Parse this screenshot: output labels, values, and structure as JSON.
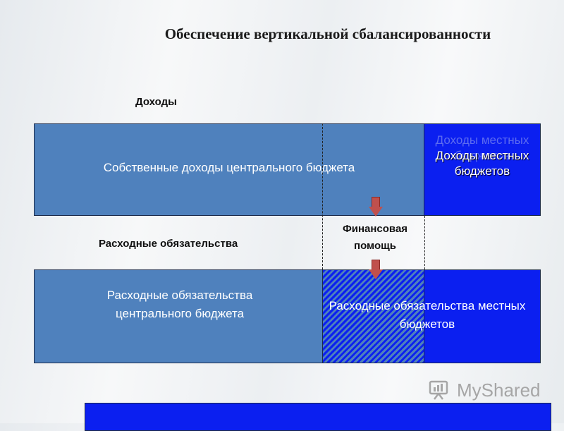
{
  "title": "Обеспечение вертикальной сбалансированности",
  "labels": {
    "income": "Доходы",
    "expenditure": "Расходные обязательства",
    "financial_aid": "Финансовая помощь"
  },
  "boxes": {
    "central_income": "Собственные доходы центрального бюджета",
    "local_income": "Доходы местных бюджетов",
    "local_income_ghost": "Доходы местных бюджетов",
    "central_expenditure": "Расходные обязательства центрального бюджета",
    "local_expenditure": "Расходные обязательства местных бюджетов"
  },
  "watermark": "MyShared",
  "colors": {
    "central": "#4f81bd",
    "local": "#0b1ff0",
    "arrow": "#c0504d"
  },
  "icons": {
    "arrow": "down-arrow-icon",
    "logo": "myshared-logo-icon"
  }
}
